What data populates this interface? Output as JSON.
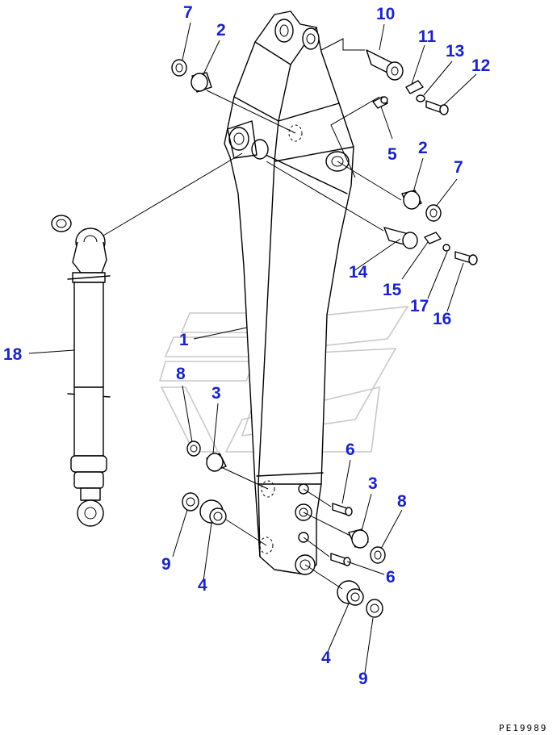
{
  "diagram": {
    "drawing_code": "PE19989",
    "callouts": {
      "c1": "1",
      "c2a": "2",
      "c2b": "2",
      "c3a": "3",
      "c3b": "3",
      "c4a": "4",
      "c4b": "4",
      "c5": "5",
      "c6a": "6",
      "c6b": "6",
      "c7a": "7",
      "c7b": "7",
      "c8a": "8",
      "c8b": "8",
      "c9a": "9",
      "c9b": "9",
      "c10": "10",
      "c11": "11",
      "c12": "12",
      "c13": "13",
      "c14": "14",
      "c15": "15",
      "c16": "16",
      "c17": "17",
      "c18": "18"
    },
    "colors": {
      "callout": "#1a23c8",
      "line": "#000000",
      "watermark": "#c8c8c8"
    }
  }
}
